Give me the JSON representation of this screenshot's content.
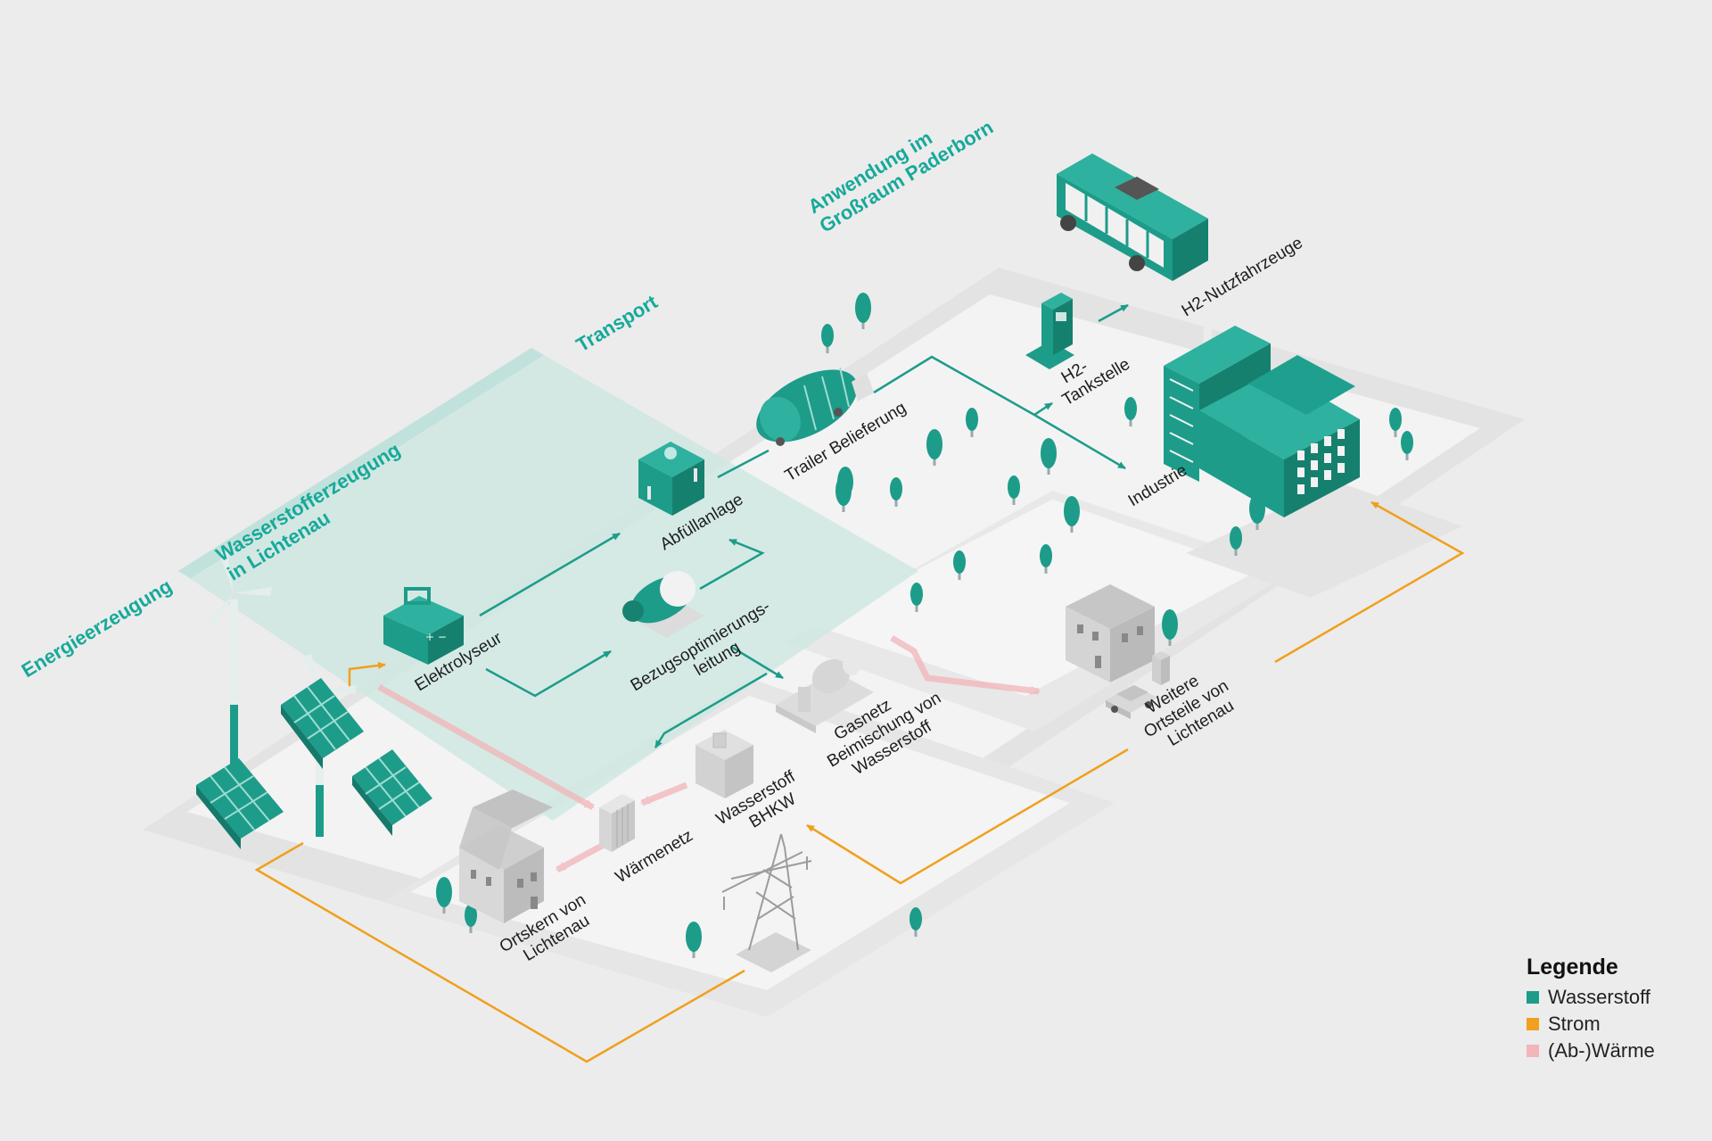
{
  "sections": {
    "energy": "Energieerzeugung",
    "production": [
      "Wasserstofferzeugung",
      "in Lichtenau"
    ],
    "transport": "Transport",
    "application": [
      "Anwendung im",
      "Großraum Paderborn"
    ]
  },
  "labels": {
    "elektrolyseur": [
      "Elektrolyseur"
    ],
    "abfuellanlage": [
      "Abfüllanlage"
    ],
    "bezugsoptimierung": [
      "Bezugsoptimierungs-",
      "leitung"
    ],
    "trailer": [
      "Trailer Belieferung"
    ],
    "tankstelle": [
      "H2-",
      "Tankstelle"
    ],
    "nutzfahrzeuge": [
      "H2-Nutzfahrzeuge"
    ],
    "industrie": [
      "Industrie"
    ],
    "gasnetz": [
      "Gasnetz",
      "Beimischung von",
      "Wasserstoff"
    ],
    "bhkw": [
      "Wasserstoff",
      "BHKW"
    ],
    "waermenetz": [
      "Wärmenetz"
    ],
    "ortskern": [
      "Ortskern von",
      "Lichtenau"
    ],
    "weitere": [
      "Weitere",
      "Ortsteile von",
      "Lichtenau"
    ]
  },
  "legend": {
    "title": "Legende",
    "items": [
      {
        "label": "Wasserstoff",
        "color": "#1d9c8a"
      },
      {
        "label": "Strom",
        "color": "#f0a01e"
      },
      {
        "label": "(Ab-)Wärme",
        "color": "#f2b5b9"
      }
    ]
  },
  "colors": {
    "hydrogen": "#1d9c8a",
    "power": "#f0a01e",
    "heat": "#f2b5b9",
    "accent_text": "#17a99a",
    "zone": "#cfe7e2"
  }
}
